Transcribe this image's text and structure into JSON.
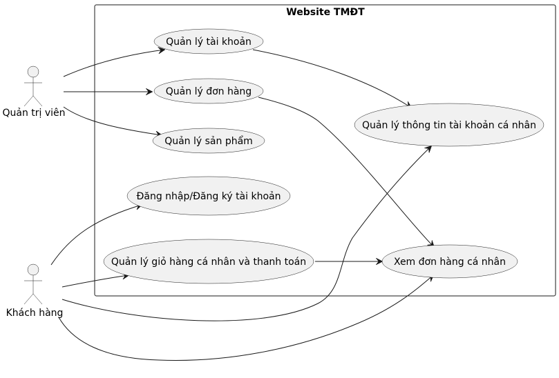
{
  "system": {
    "title": "Website TMĐT"
  },
  "actors": {
    "admin": "Quản trị viên",
    "customer": "Khách hàng"
  },
  "usecases": {
    "account_mgmt": "Quản lý tài khoản",
    "order_mgmt": "Quản lý đơn hàng",
    "product_mgmt": "Quản lý sản phẩm",
    "login_register": "Đăng nhập/Đăng ký tài khoản",
    "cart_payment": "Quản lý giỏ hàng cá nhân và thanh toán",
    "personal_info": "Quản lý thông tin tài khoản cá nhân",
    "view_orders": "Xem đơn hàng cá nhân"
  },
  "relations": [
    {
      "from": "Quản trị viên",
      "to": "Quản lý tài khoản"
    },
    {
      "from": "Quản trị viên",
      "to": "Quản lý đơn hàng"
    },
    {
      "from": "Quản trị viên",
      "to": "Quản lý sản phẩm"
    },
    {
      "from": "Quản lý tài khoản",
      "to": "Quản lý thông tin tài khoản cá nhân"
    },
    {
      "from": "Quản lý đơn hàng",
      "to": "Xem đơn hàng cá nhân"
    },
    {
      "from": "Khách hàng",
      "to": "Đăng nhập/Đăng ký tài khoản"
    },
    {
      "from": "Khách hàng",
      "to": "Quản lý giỏ hàng cá nhân và thanh toán"
    },
    {
      "from": "Khách hàng",
      "to": "Quản lý thông tin tài khoản cá nhân"
    },
    {
      "from": "Khách hàng",
      "to": "Xem đơn hàng cá nhân"
    },
    {
      "from": "Quản lý giỏ hàng cá nhân và thanh toán",
      "to": "Xem đơn hàng cá nhân"
    }
  ]
}
